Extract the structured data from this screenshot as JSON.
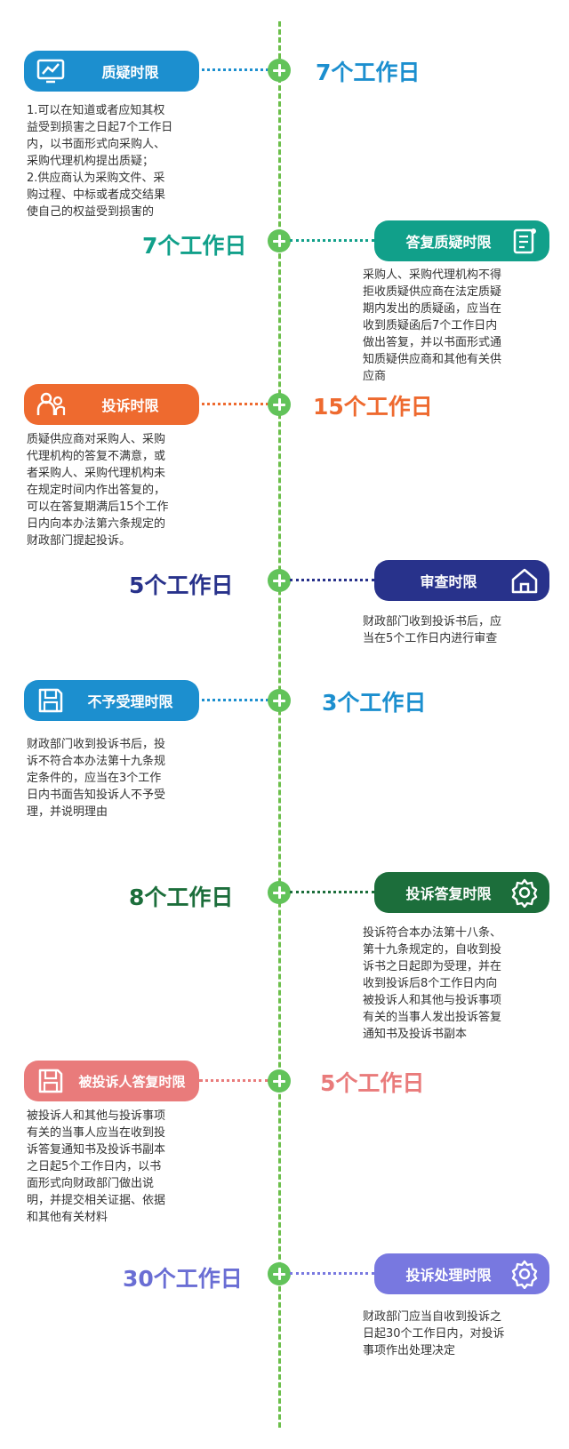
{
  "colors": {
    "spine": "#6cbf4b",
    "node": "#62c35a",
    "blue": "#1c8fcf",
    "teal": "#11a08a",
    "orange": "#ee6a2f",
    "navy": "#28328b",
    "darkgreen": "#1c6e3b",
    "pink": "#e97b7b",
    "periwinkle": "#7878e0"
  },
  "steps": [
    {
      "label": "质疑时限",
      "icon": "chart-monitor-icon",
      "days": "7个工作日",
      "desc": "1.可以在知道或者应知其权\n益受到损害之日起7个工作日\n内，以书面形式向采购人、\n采购代理机构提出质疑；\n2.供应商认为采购文件、采\n购过程、中标或者成交结果\n使自己的权益受到损害的"
    },
    {
      "label": "答复质疑时限",
      "icon": "document-icon",
      "days": "7个工作日",
      "desc": "采购人、采购代理机构不得\n拒收质疑供应商在法定质疑\n期内发出的质疑函，应当在\n收到质疑函后7个工作日内\n做出答复，并以书面形式通\n知质疑供应商和其他有关供\n应商"
    },
    {
      "label": "投诉时限",
      "icon": "people-icon",
      "days": "15个工作日",
      "desc": "质疑供应商对采购人、采购\n代理机构的答复不满意，或\n者采购人、采购代理机构未\n在规定时间内作出答复的，\n可以在答复期满后15个工作\n日内向本办法第六条规定的\n财政部门提起投诉。"
    },
    {
      "label": "审查时限",
      "icon": "home-icon",
      "days": "5个工作日",
      "desc": "财政部门收到投诉书后，应\n当在5个工作日内进行审查"
    },
    {
      "label": "不予受理时限",
      "icon": "floppy-icon",
      "days": "3个工作日",
      "desc": "财政部门收到投诉书后，投\n诉不符合本办法第十九条规\n定条件的，应当在3个工作\n日内书面告知投诉人不予受\n理，并说明理由"
    },
    {
      "label": "投诉答复时限",
      "icon": "gear-icon",
      "days": "8个工作日",
      "desc": "投诉符合本办法第十八条、\n第十九条规定的，自收到投\n诉书之日起即为受理，并在\n收到投诉后8个工作日内向\n被投诉人和其他与投诉事项\n有关的当事人发出投诉答复\n通知书及投诉书副本"
    },
    {
      "label": "被投诉人答复时限",
      "icon": "floppy-icon",
      "days": "5个工作日",
      "desc": "被投诉人和其他与投诉事项\n有关的当事人应当在收到投\n诉答复通知书及投诉书副本\n之日起5个工作日内，以书\n面形式向财政部门做出说\n明，并提交相关证据、依据\n和其他有关材料"
    },
    {
      "label": "投诉处理时限",
      "icon": "gear-icon",
      "days": "30个工作日",
      "desc": "财政部门应当自收到投诉之\n日起30个工作日内，对投诉\n事项作出处理决定"
    }
  ]
}
